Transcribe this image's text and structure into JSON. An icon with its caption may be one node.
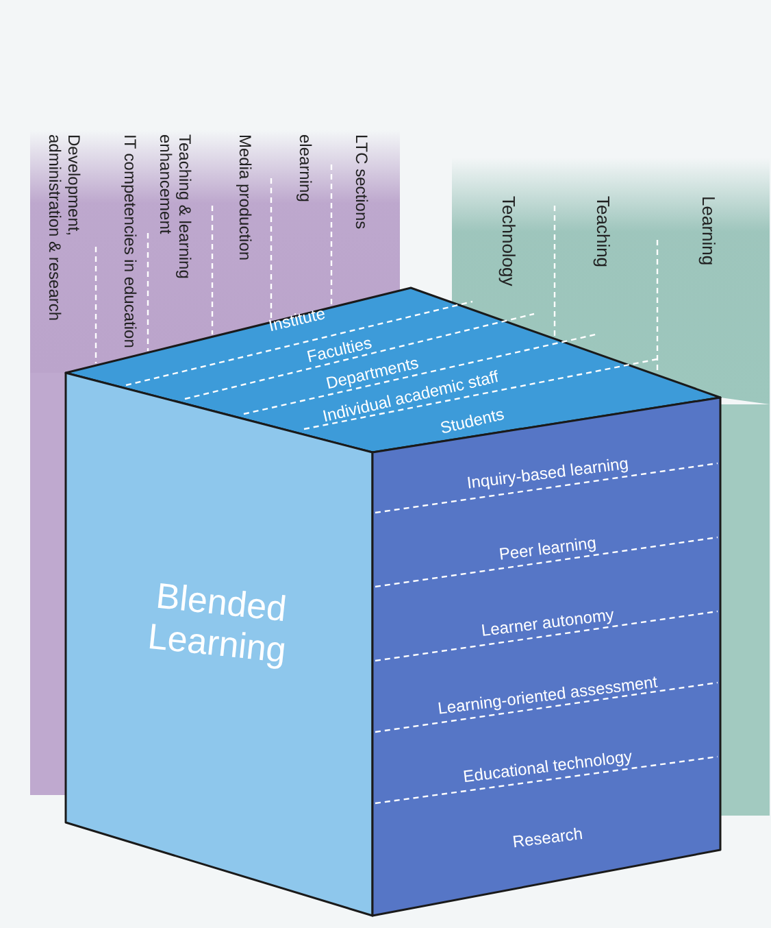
{
  "diagram": {
    "nodes": [
      {
        "text": [
          "Development, administration & research",
          "IT competencies in education",
          "Teaching & learning enhancement",
          "Media production",
          "elearning",
          "LTC sections"
        ]
      },
      {
        "text": [
          "Technology",
          "Teaching",
          "Learning"
        ]
      },
      {
        "text": [
          "Institute",
          "Faculties",
          "Departments",
          "Individual academic staff",
          "Students"
        ]
      },
      {
        "text": [
          "Blended Learning"
        ]
      },
      {
        "text": [
          "Inquiry-based learning",
          "Peer learning",
          "Learner autonomy",
          "Learning-oriented assessment",
          "Educational technology",
          "Research"
        ]
      }
    ],
    "edges": []
  }
}
